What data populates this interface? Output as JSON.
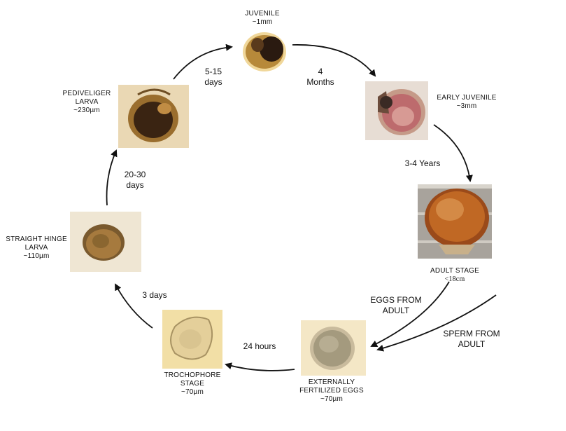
{
  "stages": {
    "juvenile": {
      "name": "JUVENILE",
      "size": "~1mm"
    },
    "early_juvenile": {
      "name": "EARLY JUVENILE",
      "size": "~3mm"
    },
    "adult": {
      "name": "ADULT STAGE",
      "size": "<18cm"
    },
    "eggs": {
      "name_line1": "EXTERNALLY",
      "name_line2": "FERTILIZED EGGS",
      "size": "~70µm"
    },
    "trochophore": {
      "name_line1": "TROCHOPHORE",
      "name_line2": "STAGE",
      "size": "~70µm"
    },
    "straight_hinge": {
      "name_line1": "STRAIGHT HINGE",
      "name_line2": "LARVA",
      "size": "~110µm"
    },
    "pediveliger": {
      "name_line1": "PEDIVELIGER",
      "name_line2": "LARVA",
      "size": "~230µm"
    }
  },
  "transitions": {
    "pediveliger_to_juvenile": {
      "line1": "5-15",
      "line2": "days"
    },
    "juvenile_to_early": {
      "line1": "4",
      "line2": "Months"
    },
    "early_to_adult": {
      "line1": "3-4 Years"
    },
    "eggs_from_adult": {
      "line1": "EGGS FROM",
      "line2": "ADULT"
    },
    "sperm_from_adult": {
      "line1": "SPERM FROM",
      "line2": "ADULT"
    },
    "eggs_to_trochophore": {
      "line1": "24 hours"
    },
    "trochophore_to_hinge": {
      "line1": "3 days"
    },
    "hinge_to_pediveliger": {
      "line1": "20-30",
      "line2": "days"
    }
  }
}
